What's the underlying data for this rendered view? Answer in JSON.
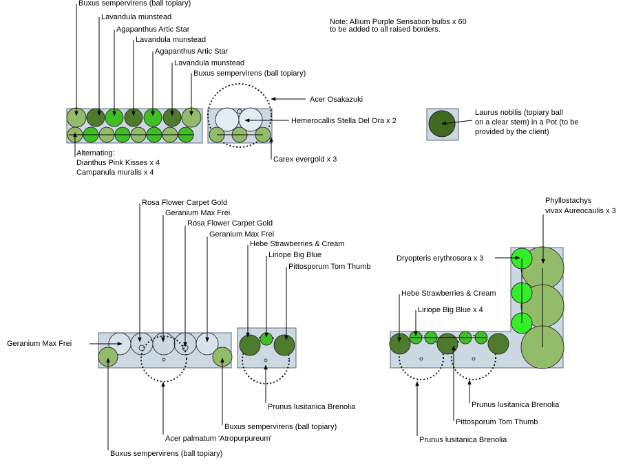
{
  "note": {
    "line1": "Note: Allium Purple Sensation bulbs x 60",
    "line2": "to be added to all raised borders."
  },
  "top_left": {
    "buxus_top": "Buxus sempervirens (ball topiary)",
    "lavandula_1": "Lavandula munstead",
    "agapanthus_1": "Agapanthus Artic Star",
    "lavandula_2": "Lavandula munstead",
    "agapanthus_2": "Agapanthus Artic Star",
    "lavandula_3": "Lavandula munstead",
    "buxus_2": "Buxus sempervirens (ball topiary)",
    "alternating_1": "Alternating:",
    "alternating_2": "Dianthus Pink Kisses x 4",
    "alternating_3": "Campanula muralis x 4"
  },
  "top_middle": {
    "acer": "Acer Osakazuki",
    "hemerocallis": "Hemerocallis Stella Del Ora x 2",
    "carex": "Carex evergold x 3"
  },
  "top_right": {
    "laurus_1": "Laurus nobilis (topiary ball",
    "laurus_2": "on a clear stem) in a Pot (to be",
    "laurus_3": "provided by the client)"
  },
  "bottom_left": {
    "geranium_left": "Geranium Max Frei",
    "rosa_1": "Rosa Flower Carpet Gold",
    "geranium_1": "Geranium Max Frei",
    "rosa_2": "Rosa Flower Carpet Gold",
    "geranium_2": "Geranium Max Frei",
    "buxus_right": "Buxus sempervirens (ball topiary)",
    "acer_palmatum": "Acer palmatum 'Atropurpureum'",
    "buxus_bottom": "Buxus sempervirens (ball topiary)"
  },
  "bottom_middle": {
    "hebe": "Hebe Strawberries & Cream",
    "liriope": "Liriope Big Blue",
    "pittosporum": "Pittosporum Tom Thumb",
    "prunus": "Prunus lusitanica Brenolia"
  },
  "bottom_right": {
    "phyllostachys_1": "Phyllostachys",
    "phyllostachys_2": "vivax Aureocaulis x 3",
    "dryopteris": "Dryopteris erythrosora x 3",
    "hebe": "Hebe Strawberries & Cream",
    "liriope": "Liriope Big Blue x 4",
    "prunus_1": "Prunus lusitanica Brenolia",
    "pittosporum": "Pittosporum Tom Thumb",
    "prunus_2": "Prunus lusitanica Brenolia"
  },
  "colors": {
    "light_green": "#92bb6a",
    "bright_green": "#3fbf24",
    "neon_green": "#35ee2a",
    "dark_green": "#4e7a2b",
    "bed_blue": "#ccd9e3"
  }
}
